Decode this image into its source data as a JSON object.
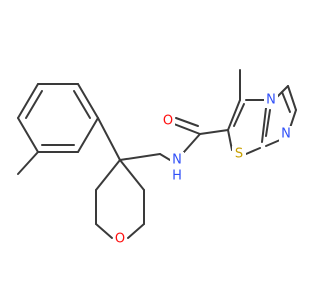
{
  "molecule": {
    "atoms": [
      {
        "id": "O_ring",
        "label": "O",
        "color": "#ff0d0d"
      },
      {
        "id": "N_amide",
        "label": "N",
        "color": "#3050f8"
      },
      {
        "id": "H_amide",
        "label": "H",
        "color": "#3050f8"
      },
      {
        "id": "O_carbonyl",
        "label": "O",
        "color": "#ff0d0d"
      },
      {
        "id": "N_bridge",
        "label": "N",
        "color": "#3050f8"
      },
      {
        "id": "N_imine",
        "label": "N",
        "color": "#3050f8"
      },
      {
        "id": "S_ring",
        "label": "S",
        "color": "#c8a000"
      }
    ],
    "bond_color": "#3a3a3a"
  }
}
